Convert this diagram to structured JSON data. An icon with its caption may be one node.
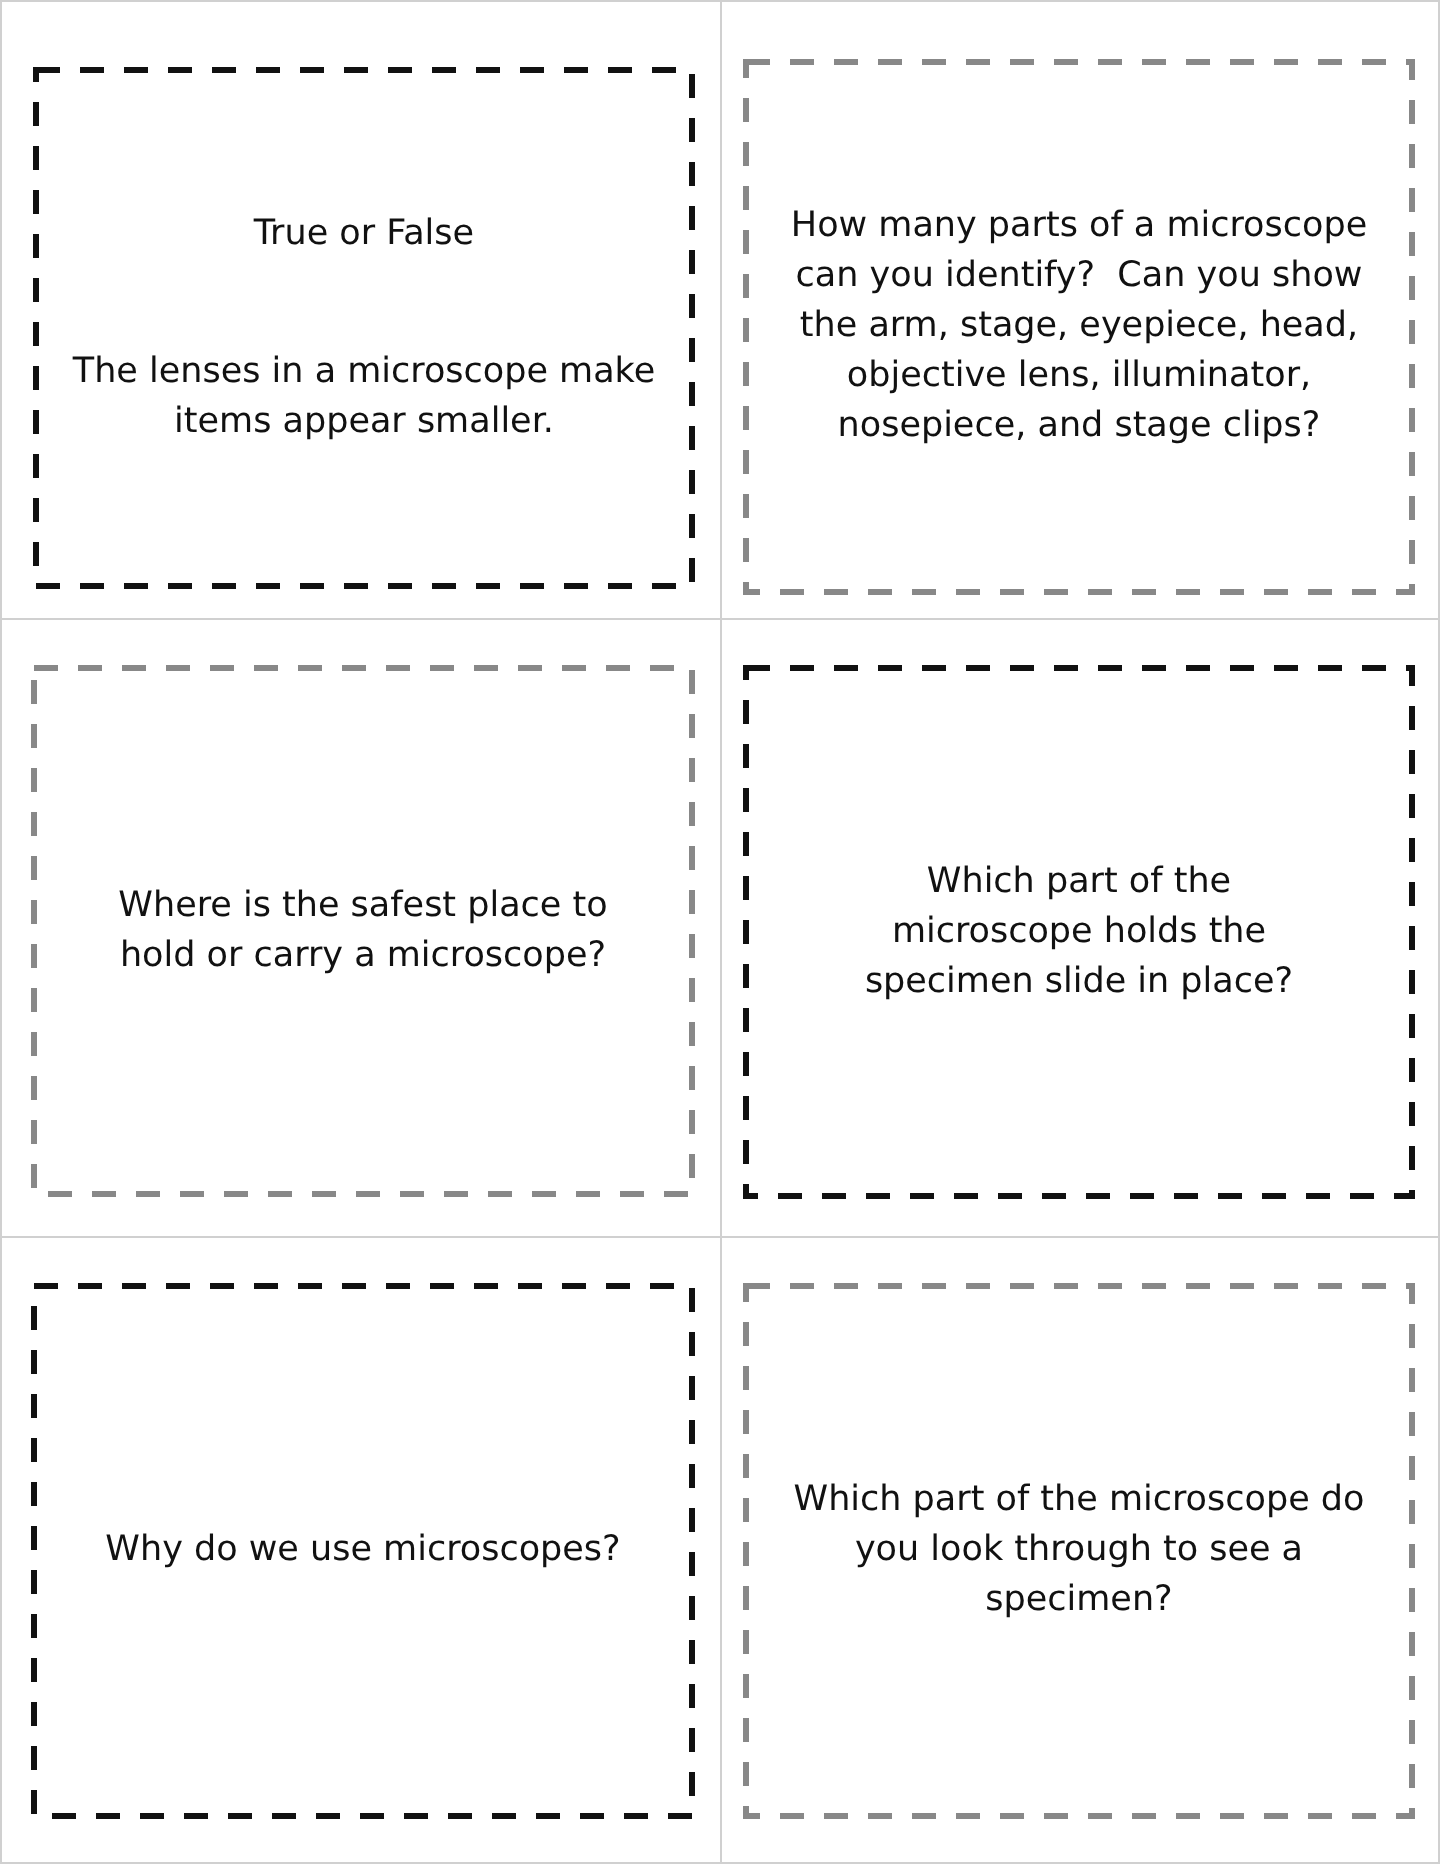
{
  "diagram": {
    "nodes": [
      {
        "text": [
          "True or False",
          "The lenses in a microscope make items appear smaller."
        ]
      },
      {
        "text": [
          "How many parts of a microscope can you identify?  Can you show the arm, stage, eyepiece, head, objective lens, illuminator, nosepiece, and stage clips?"
        ]
      },
      {
        "text": [
          "Where is the safest place to hold or carry a microscope?"
        ]
      },
      {
        "text": [
          "Which part of the microscope holds the specimen slide in place?"
        ]
      },
      {
        "text": [
          "Why do we use microscopes?"
        ]
      },
      {
        "text": [
          "Which part of the microscope do you look through to see a specimen?"
        ]
      }
    ]
  }
}
